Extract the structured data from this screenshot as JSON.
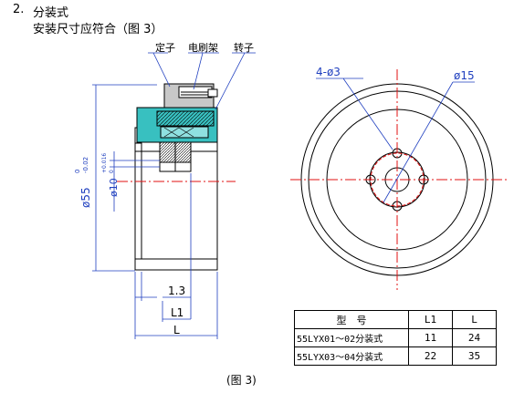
{
  "heading": {
    "number": "2.",
    "title": "分装式",
    "subtitle": "安装尺寸应符合（图 3）"
  },
  "labels": {
    "stator": "定子",
    "brush_holder": "电刷架",
    "rotor": "转子",
    "holes": "4-ø3",
    "pitch_circle": "ø15",
    "outer_diameter": "ø55",
    "outer_tol_upper": "0",
    "outer_tol_lower": "-0.02",
    "bore_diameter": "ø10",
    "bore_tol_upper": "+0.016",
    "bore_tol_lower": "0",
    "dim_13": "1.3",
    "dim_L1": "L1",
    "dim_L": "L"
  },
  "caption": "(图 3)",
  "table": {
    "headers": [
      "型　号",
      "L1",
      "L"
    ],
    "rows": [
      [
        "55LYX01～02分装式",
        "11",
        "24"
      ],
      [
        "55LYX03～04分装式",
        "22",
        "35"
      ]
    ]
  },
  "colors": {
    "outline": "#000000",
    "dimension": "#1f3fbf",
    "centerline": "#e01010",
    "rotor_fill": "#38c0c0",
    "stator_fill": "#c8c8c8"
  }
}
